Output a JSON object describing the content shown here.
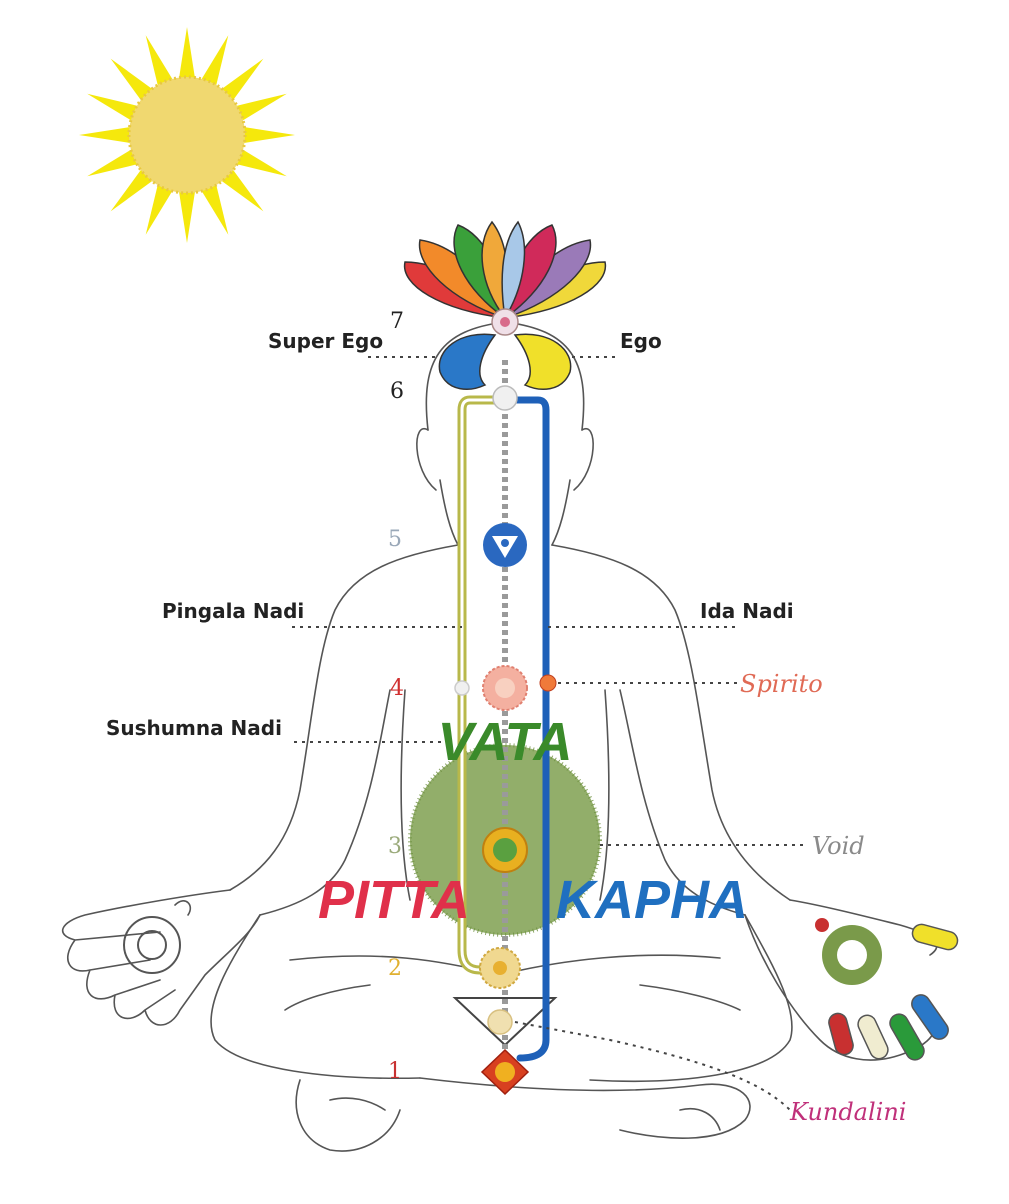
{
  "labels": {
    "super_ego": "Super Ego",
    "ego": "Ego",
    "pingala": "Pingala Nadi",
    "ida": "Ida Nadi",
    "sushumna": "Sushumna Nadi",
    "spirito": "Spirito",
    "void": "Void",
    "kundalini": "Kundalini"
  },
  "doshas": {
    "vata": "VATA",
    "pitta": "PITTA",
    "kapha": "KAPHA"
  },
  "chakra_numbers": [
    "1",
    "2",
    "3",
    "4",
    "5",
    "6",
    "7"
  ],
  "colors": {
    "sun": "#f5e80c",
    "sun_core": "#f0d870",
    "moon": "#c8c8c8",
    "vata": "#3a8a2a",
    "pitta": "#e0304a",
    "kapha": "#1f6fc0",
    "pingala_channel": "#b8b84a",
    "ida_channel": "#1e60b8",
    "spirito": "#e06a55",
    "void": "#8a8a8a",
    "kundalini": "#c0307a",
    "num_1": "#c83232",
    "num_2": "#e0b030",
    "num_3": "#9aaa7a",
    "num_4": "#d03030",
    "num_5": "#9aa8b8",
    "num_6": "#222222",
    "num_7": "#222222"
  }
}
